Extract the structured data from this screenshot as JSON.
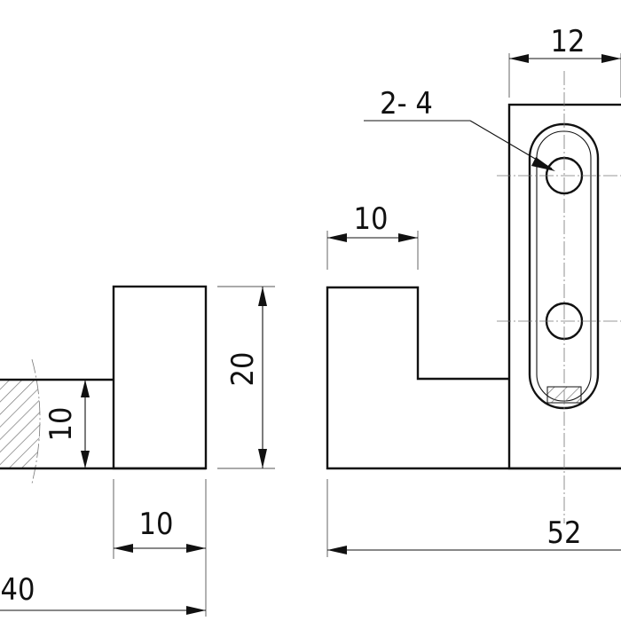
{
  "drawing": {
    "type": "orthographic-technical-drawing",
    "dimensions": {
      "slot_width": "12",
      "hole_callout": "2- 4",
      "step_width_right": "10",
      "overall_height": "20",
      "step_height_left": "10",
      "upright_width_left": "10",
      "overall_width_right": "52",
      "overall_width_left": "40"
    },
    "colors": {
      "line": "#111111",
      "hatch": "#777777",
      "background": "#ffffff"
    }
  }
}
